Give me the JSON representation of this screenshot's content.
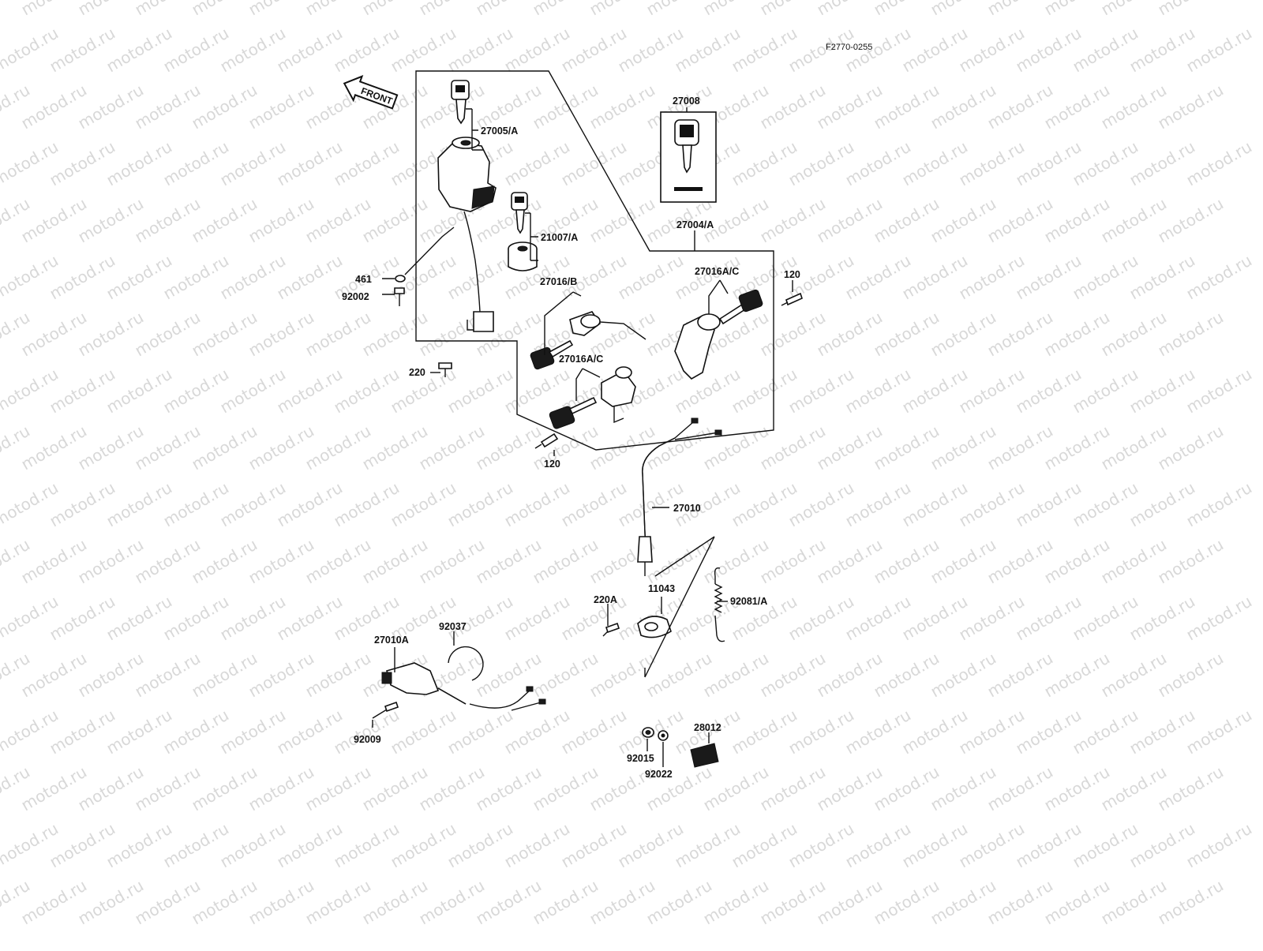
{
  "diagram": {
    "drawing_code": "F2770-0255",
    "watermark": "motod.ru",
    "front_label": "FRONT",
    "callouts": [
      {
        "id": "27005_A",
        "text": "27005/A"
      },
      {
        "id": "27008",
        "text": "27008"
      },
      {
        "id": "21007_A",
        "text": "21007/A"
      },
      {
        "id": "27004_A",
        "text": "27004/A"
      },
      {
        "id": "461",
        "text": "461"
      },
      {
        "id": "92002",
        "text": "92002"
      },
      {
        "id": "27016_B",
        "text": "27016/B"
      },
      {
        "id": "27016AC_1",
        "text": "27016A/C"
      },
      {
        "id": "120_a",
        "text": "120"
      },
      {
        "id": "27016AC_2",
        "text": "27016A/C"
      },
      {
        "id": "220",
        "text": "220"
      },
      {
        "id": "120_b",
        "text": "120"
      },
      {
        "id": "27010",
        "text": "27010"
      },
      {
        "id": "220A",
        "text": "220A"
      },
      {
        "id": "11043",
        "text": "11043"
      },
      {
        "id": "92081_A",
        "text": "92081/A"
      },
      {
        "id": "92037",
        "text": "92037"
      },
      {
        "id": "27010A",
        "text": "27010A"
      },
      {
        "id": "92009",
        "text": "92009"
      },
      {
        "id": "28012",
        "text": "28012"
      },
      {
        "id": "92015",
        "text": "92015"
      },
      {
        "id": "92022",
        "text": "92022"
      }
    ]
  }
}
